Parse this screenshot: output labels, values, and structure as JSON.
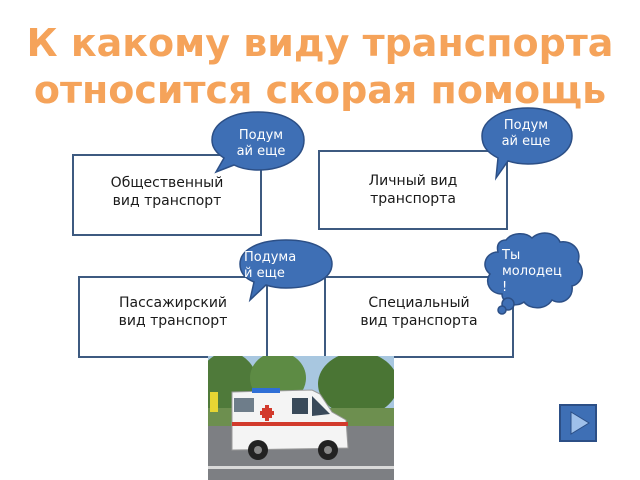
{
  "title": "К какому виду транспорта относится скорая помощь",
  "options": {
    "public": "Общественный\nвид  транспорт",
    "private": "Личный вид\nтранспорта",
    "passenger": "Пассажирский\nвид  транспорт",
    "special": "Специальный\nвид транспорта"
  },
  "feedback": {
    "public": "Подум\nай еще",
    "private": "Подум\nай еще",
    "passenger": "Подума\nй еще",
    "special": "Ты\nмолодец\n!"
  },
  "colors": {
    "title": "#f5a35a",
    "bubble": "#3e6fb5",
    "box_border": "#3d5a80"
  },
  "icons": {
    "next": "play-triangle-icon"
  }
}
